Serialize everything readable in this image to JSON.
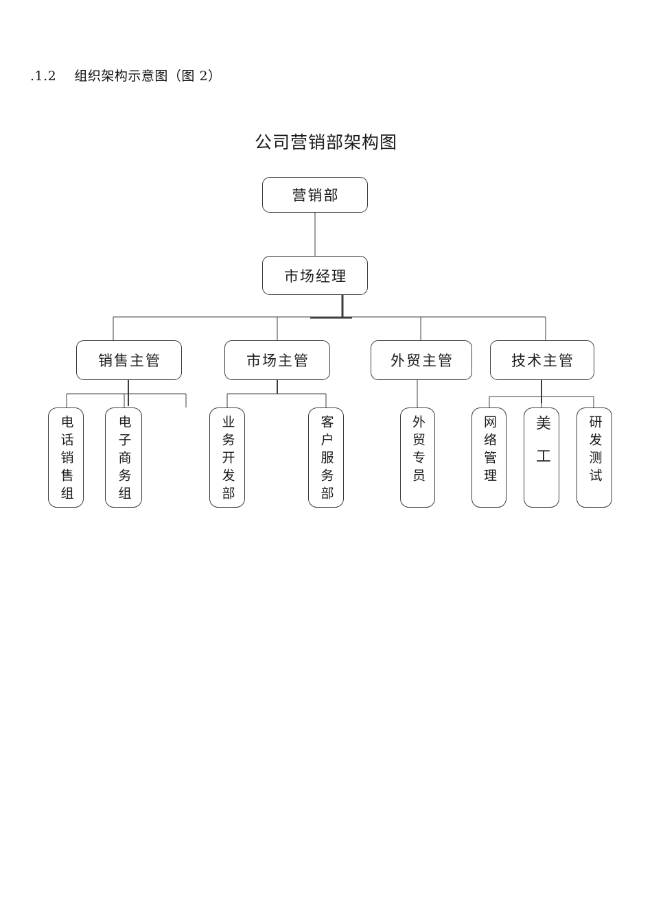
{
  "document": {
    "heading": ".1.2    组织架构示意图（图 2）"
  },
  "chart_data": {
    "type": "diagram",
    "diagram_kind": "organization-chart",
    "title": "公司营销部架构图",
    "orientation": "top-down",
    "node_shape": "rounded-rectangle",
    "line_color": "#3c3c3c",
    "box_border_color": "#3c3c3c",
    "box_fill_color": "#ffffff",
    "levels": 4,
    "nodes": [
      {
        "id": "n0",
        "label": "营销部",
        "level": 0,
        "parent": null,
        "text_layout": "horizontal"
      },
      {
        "id": "n1",
        "label": "市场经理",
        "level": 1,
        "parent": "n0",
        "text_layout": "horizontal"
      },
      {
        "id": "n2",
        "label": "销售主管",
        "level": 2,
        "parent": "n1",
        "text_layout": "horizontal"
      },
      {
        "id": "n3",
        "label": "市场主管",
        "level": 2,
        "parent": "n1",
        "text_layout": "horizontal"
      },
      {
        "id": "n4",
        "label": "外贸主管",
        "level": 2,
        "parent": "n1",
        "text_layout": "horizontal"
      },
      {
        "id": "n5",
        "label": "技术主管",
        "level": 2,
        "parent": "n1",
        "text_layout": "horizontal"
      },
      {
        "id": "n6",
        "label": "电话销售组",
        "level": 3,
        "parent": "n2",
        "text_layout": "vertical"
      },
      {
        "id": "n7",
        "label": "电子商务组",
        "level": 3,
        "parent": "n2",
        "text_layout": "vertical"
      },
      {
        "id": "n8",
        "label": "业务开发部",
        "level": 3,
        "parent": "n3",
        "text_layout": "vertical"
      },
      {
        "id": "n9",
        "label": "客户服务部",
        "level": 3,
        "parent": "n3",
        "text_layout": "vertical"
      },
      {
        "id": "n10",
        "label": "外贸专员",
        "level": 3,
        "parent": "n4",
        "text_layout": "vertical"
      },
      {
        "id": "n11",
        "label": "网络管理",
        "level": 3,
        "parent": "n5",
        "text_layout": "vertical"
      },
      {
        "id": "n12",
        "label": "美工",
        "level": 3,
        "parent": "n5",
        "text_layout": "vertical"
      },
      {
        "id": "n13",
        "label": "研发测试",
        "level": 3,
        "parent": "n5",
        "text_layout": "vertical"
      }
    ]
  }
}
